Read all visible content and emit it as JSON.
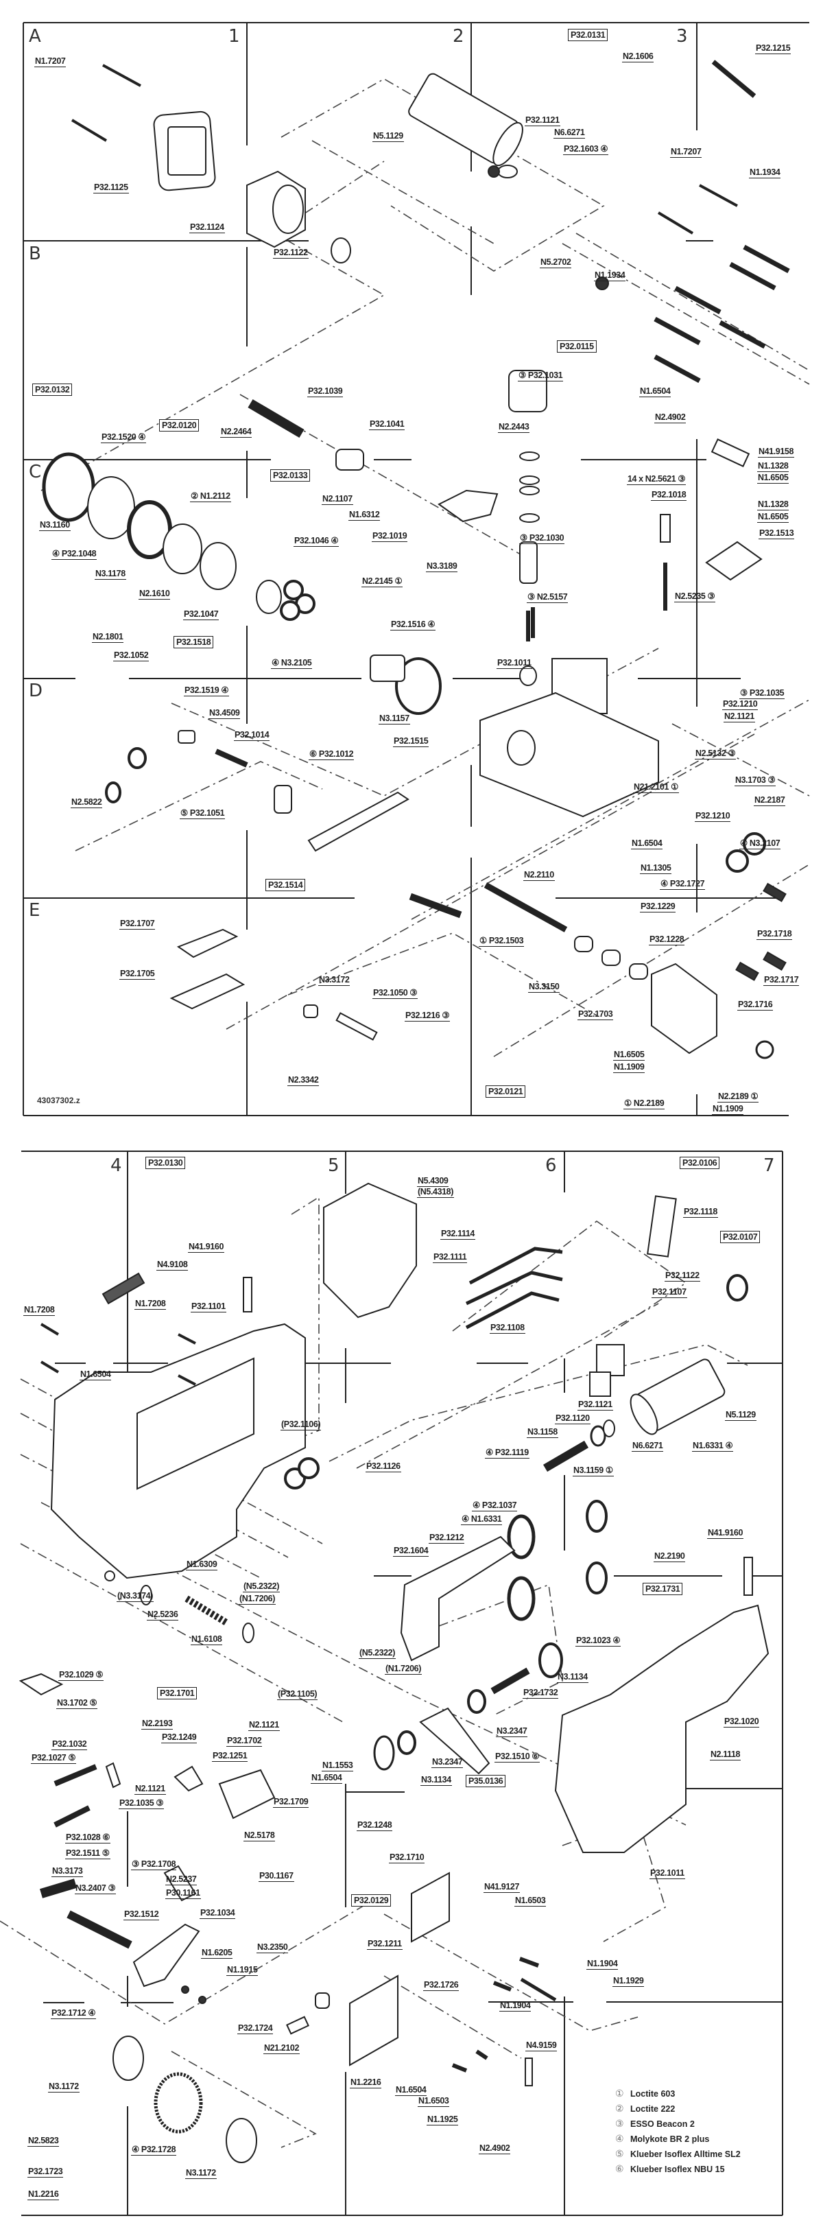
{
  "sheet_top": {
    "grid_columns": [
      "1",
      "2",
      "3"
    ],
    "grid_rows": [
      "A",
      "B",
      "C",
      "D",
      "E"
    ],
    "drawing_number": "43037302.z",
    "assemblies": [
      "P32.0131",
      "P32.0115",
      "P32.0132",
      "P32.0120",
      "P32.0133",
      "P32.1518",
      "P32.1514",
      "P32.0121"
    ],
    "parts": [
      "N1.7207",
      "P32.1125",
      "P32.1124",
      "P32.1122",
      "N5.1129",
      "N2.1606",
      "P32.1215",
      "P32.1121",
      "N6.6271",
      "P32.1603 ④",
      "N1.7207",
      "N1.1934",
      "N5.2702",
      "N1.1934",
      "③ P32.1031",
      "P32.1039",
      "N2.2464",
      "P32.1520 ④",
      "P32.1041",
      "② N1.2112",
      "N2.1107",
      "N1.6312",
      "N3.1160",
      "④ P32.1048",
      "P32.1046 ④",
      "N3.1178",
      "N2.2145 ①",
      "N2.1610",
      "P32.1047",
      "N2.1801",
      "P32.1052",
      "④ N3.2105",
      "P32.1519 ④",
      "N3.4509",
      "P32.1014",
      "N1.6504",
      "N2.2443",
      "N2.4902",
      "N41.9158",
      "N1.1328",
      "14 x N2.5621 ③",
      "N1.6505",
      "P32.1018",
      "N1.1328",
      "N1.6505",
      "P32.1513",
      "P32.1019",
      "③ P32.1030",
      "N3.3189",
      "③ N2.5157",
      "N2.5235 ③",
      "P32.1516 ④",
      "P32.1011",
      "③ P32.1035",
      "P32.1210",
      "N2.1121",
      "N3.1157",
      "P32.1515",
      "⑥ P32.1012",
      "N2.5822",
      "⑤ P32.1051",
      "P32.1707",
      "P32.1705",
      "N3.3172",
      "P32.1050 ③",
      "N2.3342",
      "N2.5132 ③",
      "N3.1703 ③",
      "N21.2101 ①",
      "N2.2187",
      "P32.1210",
      "N1.6504",
      "④ N3.2107",
      "N1.1305",
      "N2.2110",
      "④ P32.1727",
      "P32.1229",
      "P32.1718",
      "P32.1228",
      "① P32.1503",
      "N3.3150",
      "P32.1717",
      "P32.1216 ③",
      "P32.1716",
      "P32.1703",
      "N1.6505",
      "N1.1909",
      "① N2.2189",
      "N2.2189 ①",
      "N1.1909"
    ]
  },
  "sheet_bottom": {
    "grid_columns": [
      "4",
      "5",
      "6",
      "7"
    ],
    "assemblies": [
      "P32.0130",
      "P32.0106",
      "P32.0107",
      "P32.1701",
      "P32.1731",
      "P35.0136",
      "P32.0129"
    ],
    "parts": [
      "N41.9160",
      "N4.9108",
      "N1.7208",
      "N1.7208",
      "P32.1101",
      "N1.6504",
      "(P32.1106)",
      "P32.1126",
      "N5.4309",
      "(N5.4318)",
      "P32.1118",
      "P32.1114",
      "P32.1111",
      "P32.1122",
      "P32.1107",
      "P32.1108",
      "P32.1121",
      "N5.1129",
      "P32.1120",
      "N3.1158",
      "N6.6271",
      "N1.6331 ④",
      "④ P32.1119",
      "N3.1159 ①",
      "④ P32.1037",
      "④ N1.6331",
      "N41.9160",
      "P32.1212",
      "P32.1604",
      "N2.2190",
      "P32.1023 ④",
      "N3.1134",
      "P32.1732",
      "P32.1020",
      "N3.2347",
      "N2.1118",
      "P32.1510 ⑥",
      "N3.2347",
      "N3.1134",
      "N1.6309",
      "(N3.3174)",
      "(N5.2322)",
      "(N1.7206)",
      "N2.5236",
      "N1.6108",
      "(N5.2322)",
      "(N1.7206)",
      "P32.1029 ⑤",
      "(P32.1105)",
      "N3.1702 ⑤",
      "N2.2193",
      "N2.1121",
      "P32.1249",
      "P32.1702",
      "P32.1032",
      "P32.1251",
      "P32.1027 ⑤",
      "N1.1553",
      "N1.6504",
      "N2.1121",
      "P32.1709",
      "P32.1035 ③",
      "P32.1248",
      "N2.5178",
      "P32.1028 ⑥",
      "P32.1511 ⑤",
      "③ P32.1708",
      "N2.5237",
      "P30.1161",
      "P30.1167",
      "N3.3173",
      "N3.2407 ③",
      "P32.1512",
      "P32.1034",
      "P32.1211",
      "N3.2350",
      "N1.6205",
      "N1.1915",
      "P32.1712 ④",
      "P32.1724",
      "N21.2102",
      "N1.2216",
      "N3.1172",
      "N2.5823",
      "④ P32.1728",
      "N3.1172",
      "P32.1723",
      "N1.2216",
      "P32.1710",
      "P32.1011",
      "N41.9127",
      "N1.6503",
      "N1.1904",
      "N1.1929",
      "P32.1726",
      "N1.1904",
      "N4.9159",
      "N1.6504",
      "N1.6503",
      "N1.1925",
      "N2.4902"
    ]
  },
  "legend": [
    {
      "symbol": "①",
      "text": "Loctite 603"
    },
    {
      "symbol": "②",
      "text": "Loctite 222"
    },
    {
      "symbol": "③",
      "text": "ESSO Beacon 2"
    },
    {
      "symbol": "④",
      "text": "Molykote BR 2 plus"
    },
    {
      "symbol": "⑤",
      "text": "Klueber Isoflex Alltime SL2"
    },
    {
      "symbol": "⑥",
      "text": "Klueber Isoflex NBU 15"
    }
  ]
}
